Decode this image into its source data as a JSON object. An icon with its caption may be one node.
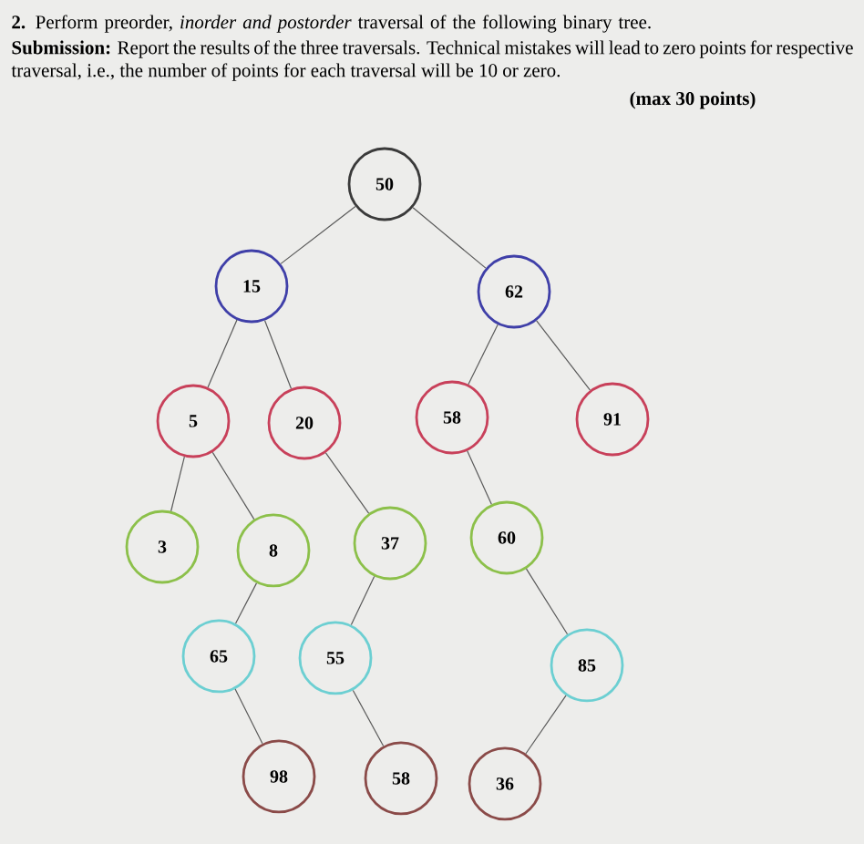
{
  "diagram": {
    "title": "**2.** Perform preorder, *inorder and postorder* traversal of the following binary tree.",
    "nodes": [
      {
        "text": [
          "50"
        ]
      },
      {
        "text": [
          "15"
        ]
      },
      {
        "text": [
          "62"
        ]
      },
      {
        "text": [
          "5"
        ]
      },
      {
        "text": [
          "20"
        ]
      },
      {
        "text": [
          "58"
        ]
      },
      {
        "text": [
          "91"
        ]
      },
      {
        "text": [
          "3"
        ]
      },
      {
        "text": [
          "8"
        ]
      },
      {
        "text": [
          "37"
        ]
      },
      {
        "text": [
          "60"
        ]
      },
      {
        "text": [
          "65"
        ]
      },
      {
        "text": [
          "55"
        ]
      },
      {
        "text": [
          "85"
        ]
      },
      {
        "text": [
          "98"
        ]
      },
      {
        "text": [
          "58"
        ]
      },
      {
        "text": [
          "36"
        ]
      }
    ],
    "edges": [
      {
        "from": 0,
        "to": 1,
        "arrow": "none"
      },
      {
        "from": 0,
        "to": 2,
        "arrow": "none"
      },
      {
        "from": 1,
        "to": 3,
        "arrow": "none"
      },
      {
        "from": 1,
        "to": 4,
        "arrow": "none"
      },
      {
        "from": 2,
        "to": 5,
        "arrow": "none"
      },
      {
        "from": 2,
        "to": 6,
        "arrow": "none"
      },
      {
        "from": 3,
        "to": 7,
        "arrow": "none"
      },
      {
        "from": 3,
        "to": 8,
        "arrow": "none"
      },
      {
        "from": 4,
        "to": 9,
        "arrow": "none"
      },
      {
        "from": 5,
        "to": 10,
        "arrow": "none"
      },
      {
        "from": 8,
        "to": 11,
        "arrow": "none"
      },
      {
        "from": 9,
        "to": 12,
        "arrow": "none"
      },
      {
        "from": 10,
        "to": 13,
        "arrow": "none"
      },
      {
        "from": 11,
        "to": 14,
        "arrow": "none"
      },
      {
        "from": 12,
        "to": 15,
        "arrow": "none"
      },
      {
        "from": 13,
        "to": 16,
        "arrow": "none"
      }
    ],
    "labels": [
      "**Submission:** Report the results of the three traversals. Technical mistakes will lead to zero points for respective traversal, i.e., the number of points for each traversal will be 10 or zero.",
      "(max 30 points)"
    ]
  }
}
